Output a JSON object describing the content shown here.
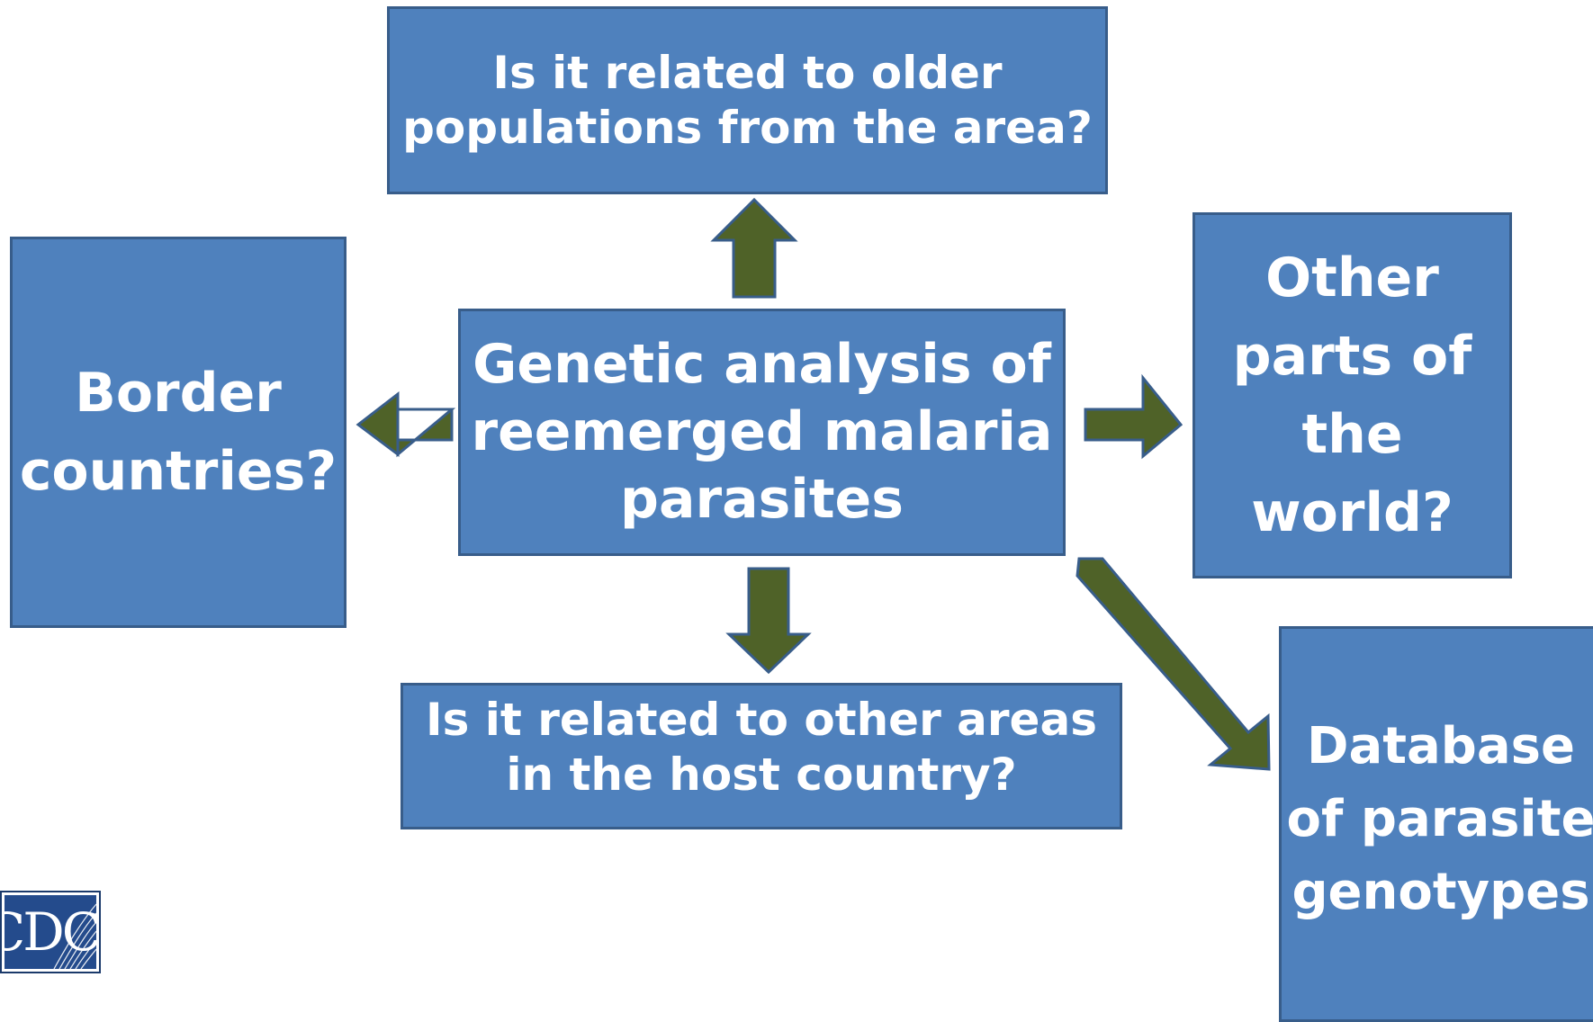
{
  "center": {
    "lines": [
      "Genetic analysis of",
      "reemerged malaria",
      "parasites"
    ]
  },
  "older": {
    "lines": [
      "Is it related to older",
      "populations from the area?"
    ]
  },
  "border": {
    "lines": [
      "Border",
      "countries?"
    ]
  },
  "world": {
    "lines": [
      "Other",
      "parts of",
      "the",
      "world?"
    ]
  },
  "areas": {
    "lines": [
      "Is it related to other areas",
      "in the host country?"
    ]
  },
  "database": {
    "lines": [
      "Database",
      "of parasite",
      "genotypes"
    ]
  },
  "logo": {
    "text": "CDC"
  },
  "colors": {
    "box_fill": "#4f81bd",
    "box_border": "#385d8a",
    "arrow_fill": "#4f6228",
    "text": "#ffffff"
  }
}
